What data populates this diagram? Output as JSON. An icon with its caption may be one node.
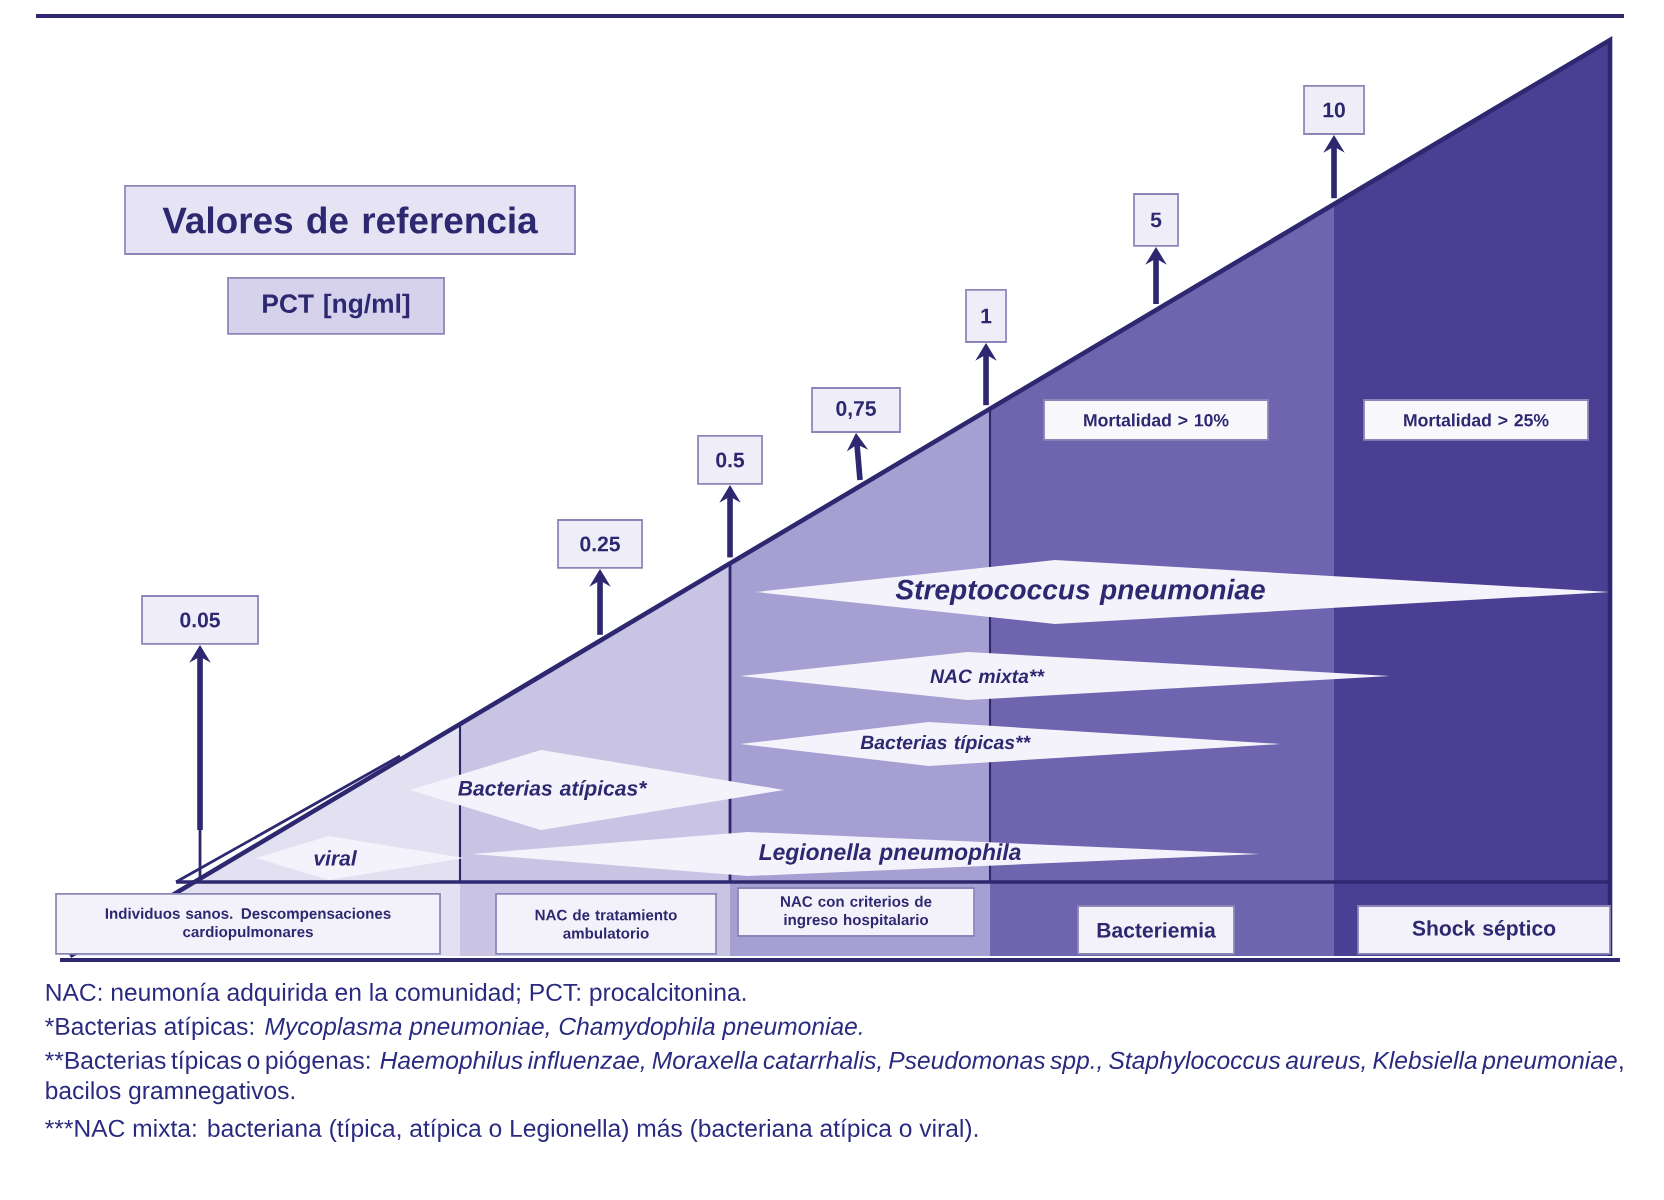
{
  "diagram": {
    "nodes": [
      {
        "text": [
          "Valores de referencia"
        ]
      },
      {
        "text": [
          "PCT [ng/ml]"
        ]
      },
      {
        "text": [
          "10"
        ]
      },
      {
        "text": [
          "5"
        ]
      },
      {
        "text": [
          "1"
        ]
      },
      {
        "text": [
          "Mortalidad > 10%"
        ]
      },
      {
        "text": [
          "Mortalidad > 25%"
        ]
      },
      {
        "text": [
          "0,75"
        ]
      },
      {
        "text": [
          "0.5"
        ]
      },
      {
        "text": [
          "0.25"
        ]
      },
      {
        "text": [
          "Streptococcus pneumoniae"
        ]
      },
      {
        "text": [
          "0.05"
        ]
      },
      {
        "text": [
          "NAC mixta**"
        ]
      },
      {
        "text": [
          "Bacterias típicas**"
        ]
      },
      {
        "text": [
          "Bacterias atípicas*"
        ]
      },
      {
        "text": [
          "viral"
        ]
      },
      {
        "text": [
          "Legionella pneumophila"
        ]
      },
      {
        "text": [
          "Individuos sanos. Descompensaciones cardiopulmonares"
        ]
      },
      {
        "text": [
          "NAC de tratamiento ambulatorio"
        ]
      },
      {
        "text": [
          "NAC con criterios de ingreso hospitalario"
        ]
      },
      {
        "text": [
          "Bacteriemia"
        ]
      },
      {
        "text": [
          "Shock séptico"
        ]
      }
    ],
    "edges": [
      {
        "from": null,
        "to": 11,
        "arrow": "to"
      },
      {
        "from": null,
        "to": 9,
        "arrow": "to"
      },
      {
        "from": null,
        "to": 8,
        "arrow": "to"
      },
      {
        "from": null,
        "to": 7,
        "arrow": "to"
      },
      {
        "from": null,
        "to": 4,
        "arrow": "to"
      },
      {
        "from": null,
        "to": 3,
        "arrow": "to"
      },
      {
        "from": null,
        "to": 2,
        "arrow": "to"
      }
    ],
    "labels": [
      "NAC: neumonía adquirida en la comunidad; PCT: procalcitonina.",
      "*Bacterias atípicas: *Mycoplasma pneumoniae, Chamydophila pneumoniae.*",
      "**Bacterias típicas o piógenas: *Haemophilus influenzae, Moraxella catarrhalis, Pseudomonas spp., Staphylococcus aureus, Klebsiella pneumoniae*, bacilos gramnegativos.",
      "***NAC mixta: bacteriana (típica, atípica o Legionella) más (bacteriana atípica o viral)."
    ]
  }
}
